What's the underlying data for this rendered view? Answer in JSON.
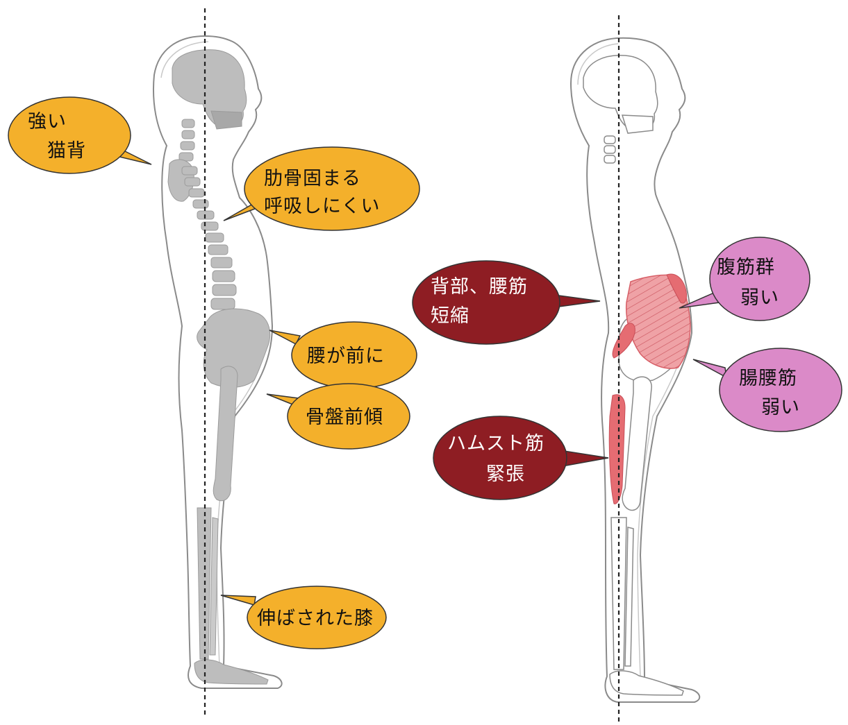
{
  "colors": {
    "posture_bubble": "#F4B02B",
    "tight_muscle_bubble": "#8E1D23",
    "weak_muscle_bubble": "#DB8AC8",
    "bone": "#BDBDBD",
    "muscle": "#E56C72",
    "outline": "#8A8A8A",
    "dashed_line": "#222222"
  },
  "left_figure": {
    "callouts": [
      {
        "lines": [
          "強い",
          "猫背"
        ]
      },
      {
        "lines": [
          "肋骨固まる",
          "呼吸しにくい"
        ]
      },
      {
        "lines": [
          "腰が前に"
        ]
      },
      {
        "lines": [
          "骨盤前傾"
        ]
      },
      {
        "lines": [
          "伸ばされた膝"
        ]
      }
    ]
  },
  "right_figure": {
    "callouts": [
      {
        "lines": [
          "背部、腰筋",
          "短縮"
        ]
      },
      {
        "lines": [
          "腹筋群",
          "弱い"
        ]
      },
      {
        "lines": [
          "腸腰筋",
          "弱い"
        ]
      },
      {
        "lines": [
          "ハムスト筋",
          "緊張"
        ]
      }
    ]
  }
}
